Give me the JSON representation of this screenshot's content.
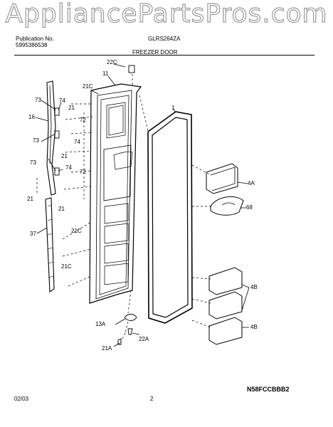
{
  "watermark": "AppliancePartsPros.com",
  "header": {
    "publication_label": "Publication No.",
    "publication_number": "5995386538",
    "model": "GLRS264ZA",
    "section_title": "FREEZER DOOR"
  },
  "callouts": [
    "22C",
    "11",
    "21C",
    "1",
    "73",
    "74",
    "21",
    "16",
    "72",
    "73",
    "74",
    "21",
    "73",
    "74",
    "72",
    "21",
    "21",
    "4A",
    "68",
    "37",
    "21C",
    "21C",
    "4B",
    "4B",
    "13A",
    "22A",
    "21A"
  ],
  "footer": {
    "date": "02/03",
    "page": "2",
    "diagram_code": "N58FCCBBB2"
  }
}
